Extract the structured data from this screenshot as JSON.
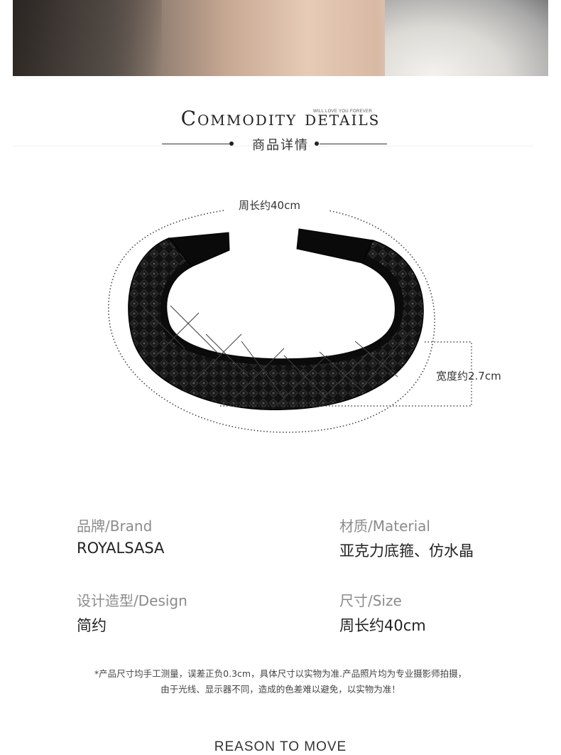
{
  "header": {
    "title_en": "Commodity details",
    "title_small": "WILL LOVE YOU FOREVER",
    "title_zh": "商品详情"
  },
  "diagram": {
    "circumference_label": "周长约40cm",
    "width_label": "宽度约2.7cm"
  },
  "specs": [
    {
      "label": "品牌/Brand",
      "value": "ROYALSASA"
    },
    {
      "label": "材质/Material",
      "value": "亚克力底箍、仿水晶"
    },
    {
      "label": "设计造型/Design",
      "value": "简约"
    },
    {
      "label": "尺寸/Size",
      "value": "周长约40cm"
    }
  ],
  "notes": {
    "line1": "*产品尺寸均手工测量，误差正负0.3cm，具体尺寸以实物为准.产品照片均为专业摄影师拍摄，",
    "line2": "由于光线、显示器不同，造成的色差难以避免，以实物为准！"
  },
  "footer": {
    "reason": "REASON TO MOVE"
  },
  "colors": {
    "text_dark": "#222222",
    "text_label": "#8b8b8b",
    "headband": "#0d0d0d"
  }
}
